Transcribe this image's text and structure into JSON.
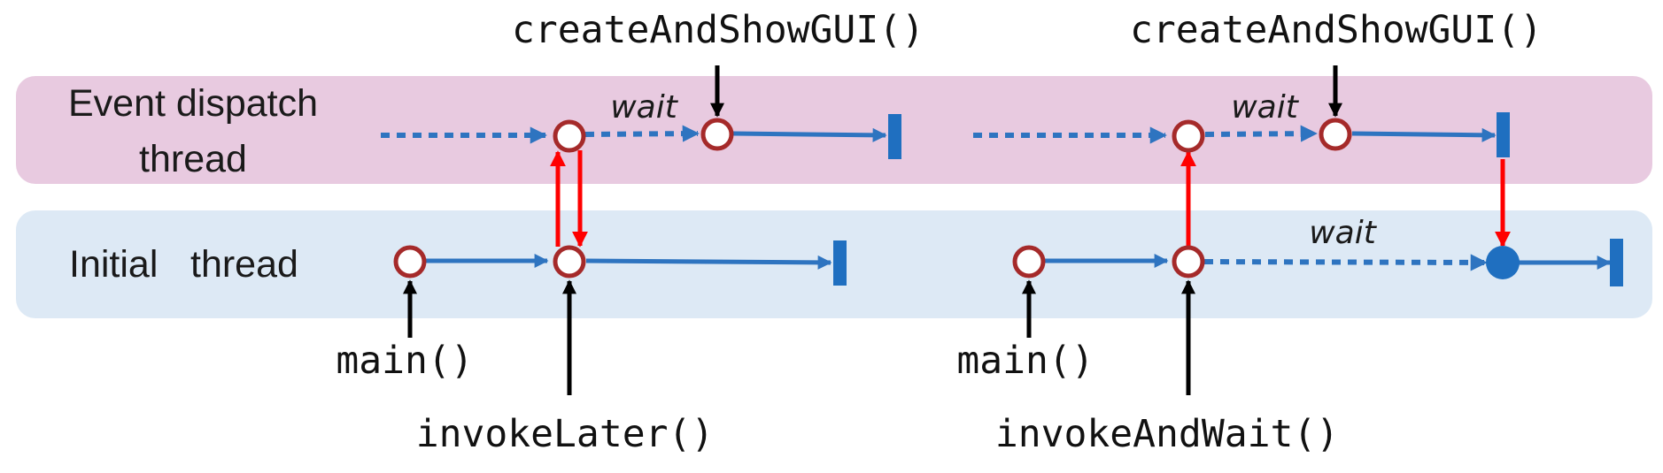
{
  "lanes": {
    "edt": {
      "line1": "Event dispatch",
      "line2": "thread",
      "fill": "#e8cae0"
    },
    "initial": {
      "line1": "Initial",
      "line2": "thread",
      "fill": "#dde9f5"
    }
  },
  "left": {
    "create_label": "createAndShowGUI()",
    "wait_label": "wait",
    "main_label": "main()",
    "invoke_label": "invokeLater()"
  },
  "right": {
    "create_label": "createAndShowGUI()",
    "wait_edt_label": "wait",
    "wait_initial_label": "wait",
    "main_label": "main()",
    "invoke_label": "invokeAndWait()"
  },
  "colors": {
    "flow": "#2e74c0",
    "end_bar": "#1f6fc0",
    "cross_thread": "#ff0000",
    "node_ring": "#a52a2a",
    "pointer": "#000000"
  }
}
